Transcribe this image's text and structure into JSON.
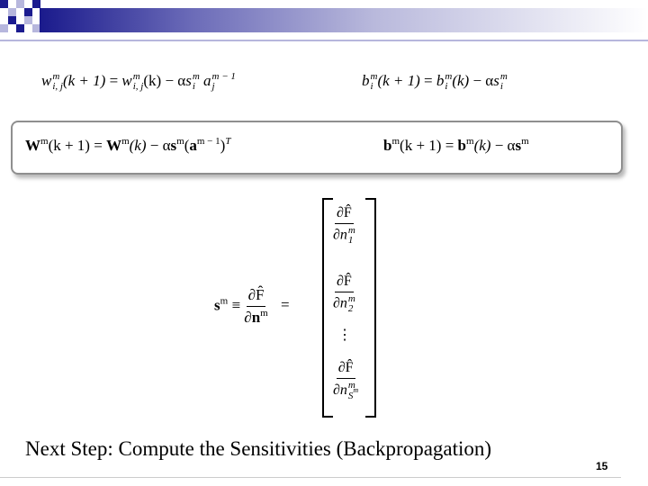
{
  "slide": {
    "page_number": "15"
  },
  "equations": {
    "scalar_weight": {
      "lhs_w": "w",
      "m": "m",
      "ij": "i, j",
      "k_plus_1": "(k + 1)",
      "eq": "=",
      "rhs_w": "w",
      "k": "(k)",
      "minus_alpha": " − α",
      "s": "s",
      "i": "i",
      "a": "a",
      "j": "j",
      "m_minus_1": "m − 1"
    },
    "scalar_bias": {
      "b": "b",
      "m": "m",
      "i": "i",
      "k_plus_1": "(k + 1)",
      "eq": "=",
      "k": "(k)",
      "minus_alpha": " − α",
      "s": "s"
    },
    "matrix_weight": {
      "W": "W",
      "m": "m",
      "k_plus_1": "(k + 1)",
      "eq": "=",
      "k": "(k)",
      "minus_alpha": " − α",
      "s": "s",
      "a": "a",
      "m_minus_1": "m − 1",
      "T": "T",
      "open": "(",
      "close": ")"
    },
    "matrix_bias": {
      "b": "b",
      "m": "m",
      "k_plus_1": "(k + 1)",
      "eq": "=",
      "k": "(k)",
      "minus_alpha": " − α",
      "s": "s"
    },
    "sensitivity": {
      "s": "s",
      "m": "m",
      "equiv": "≡",
      "dF": "∂F̂",
      "dn": "∂n",
      "eq": "=",
      "n_bold": "n",
      "entries": [
        {
          "num": "∂F̂",
          "den": "∂n",
          "sub": "1",
          "sup": "m"
        },
        {
          "num": "∂F̂",
          "den": "∂n",
          "sub": "2",
          "sup": "m"
        },
        {
          "vdots": "⋮"
        },
        {
          "num": "∂F̂",
          "den": "∂n",
          "sub": "S",
          "subsup": "m",
          "sup": "m"
        }
      ]
    }
  },
  "caption": {
    "text": "Next Step: Compute the Sensitivities (Backpropagation)"
  },
  "colors": {
    "bar_dark": "#1b1b8f",
    "bar_light": "#b7b7dd",
    "box_border": "#8f8f8f"
  }
}
